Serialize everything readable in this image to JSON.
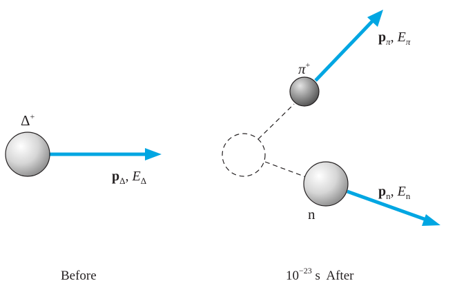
{
  "colors": {
    "arrow": "#00a6e2",
    "text": "#231f20",
    "sphere_light": "#ffffff",
    "sphere_mid": "#d0d0d0",
    "sphere_dark": "#8a8a8a",
    "pion_light": "#e6e6e6",
    "pion_dark": "#555555",
    "dashed": "#231f20"
  },
  "before": {
    "particle_label": "Δ",
    "particle_charge": "+",
    "momentum_symbol": "p",
    "momentum_sub": "Δ",
    "separator": ", ",
    "energy_symbol": "E",
    "energy_sub": "Δ",
    "caption": "Before"
  },
  "after": {
    "pion": {
      "particle_label": "π",
      "particle_charge": "+",
      "momentum_symbol": "p",
      "momentum_sub": "π",
      "separator": ", ",
      "energy_symbol": "E",
      "energy_sub": "π"
    },
    "neutron": {
      "particle_label": "n",
      "momentum_symbol": "p",
      "momentum_sub": "n",
      "separator": ", ",
      "energy_symbol": "E",
      "energy_sub": "n"
    },
    "caption_base": "10",
    "caption_exponent": "−23",
    "caption_rest": " s  After"
  },
  "icons": {
    "delta_particle": "sphere",
    "pion_particle": "dark-sphere",
    "neutron_particle": "sphere",
    "decay_point": "dashed-circle"
  }
}
